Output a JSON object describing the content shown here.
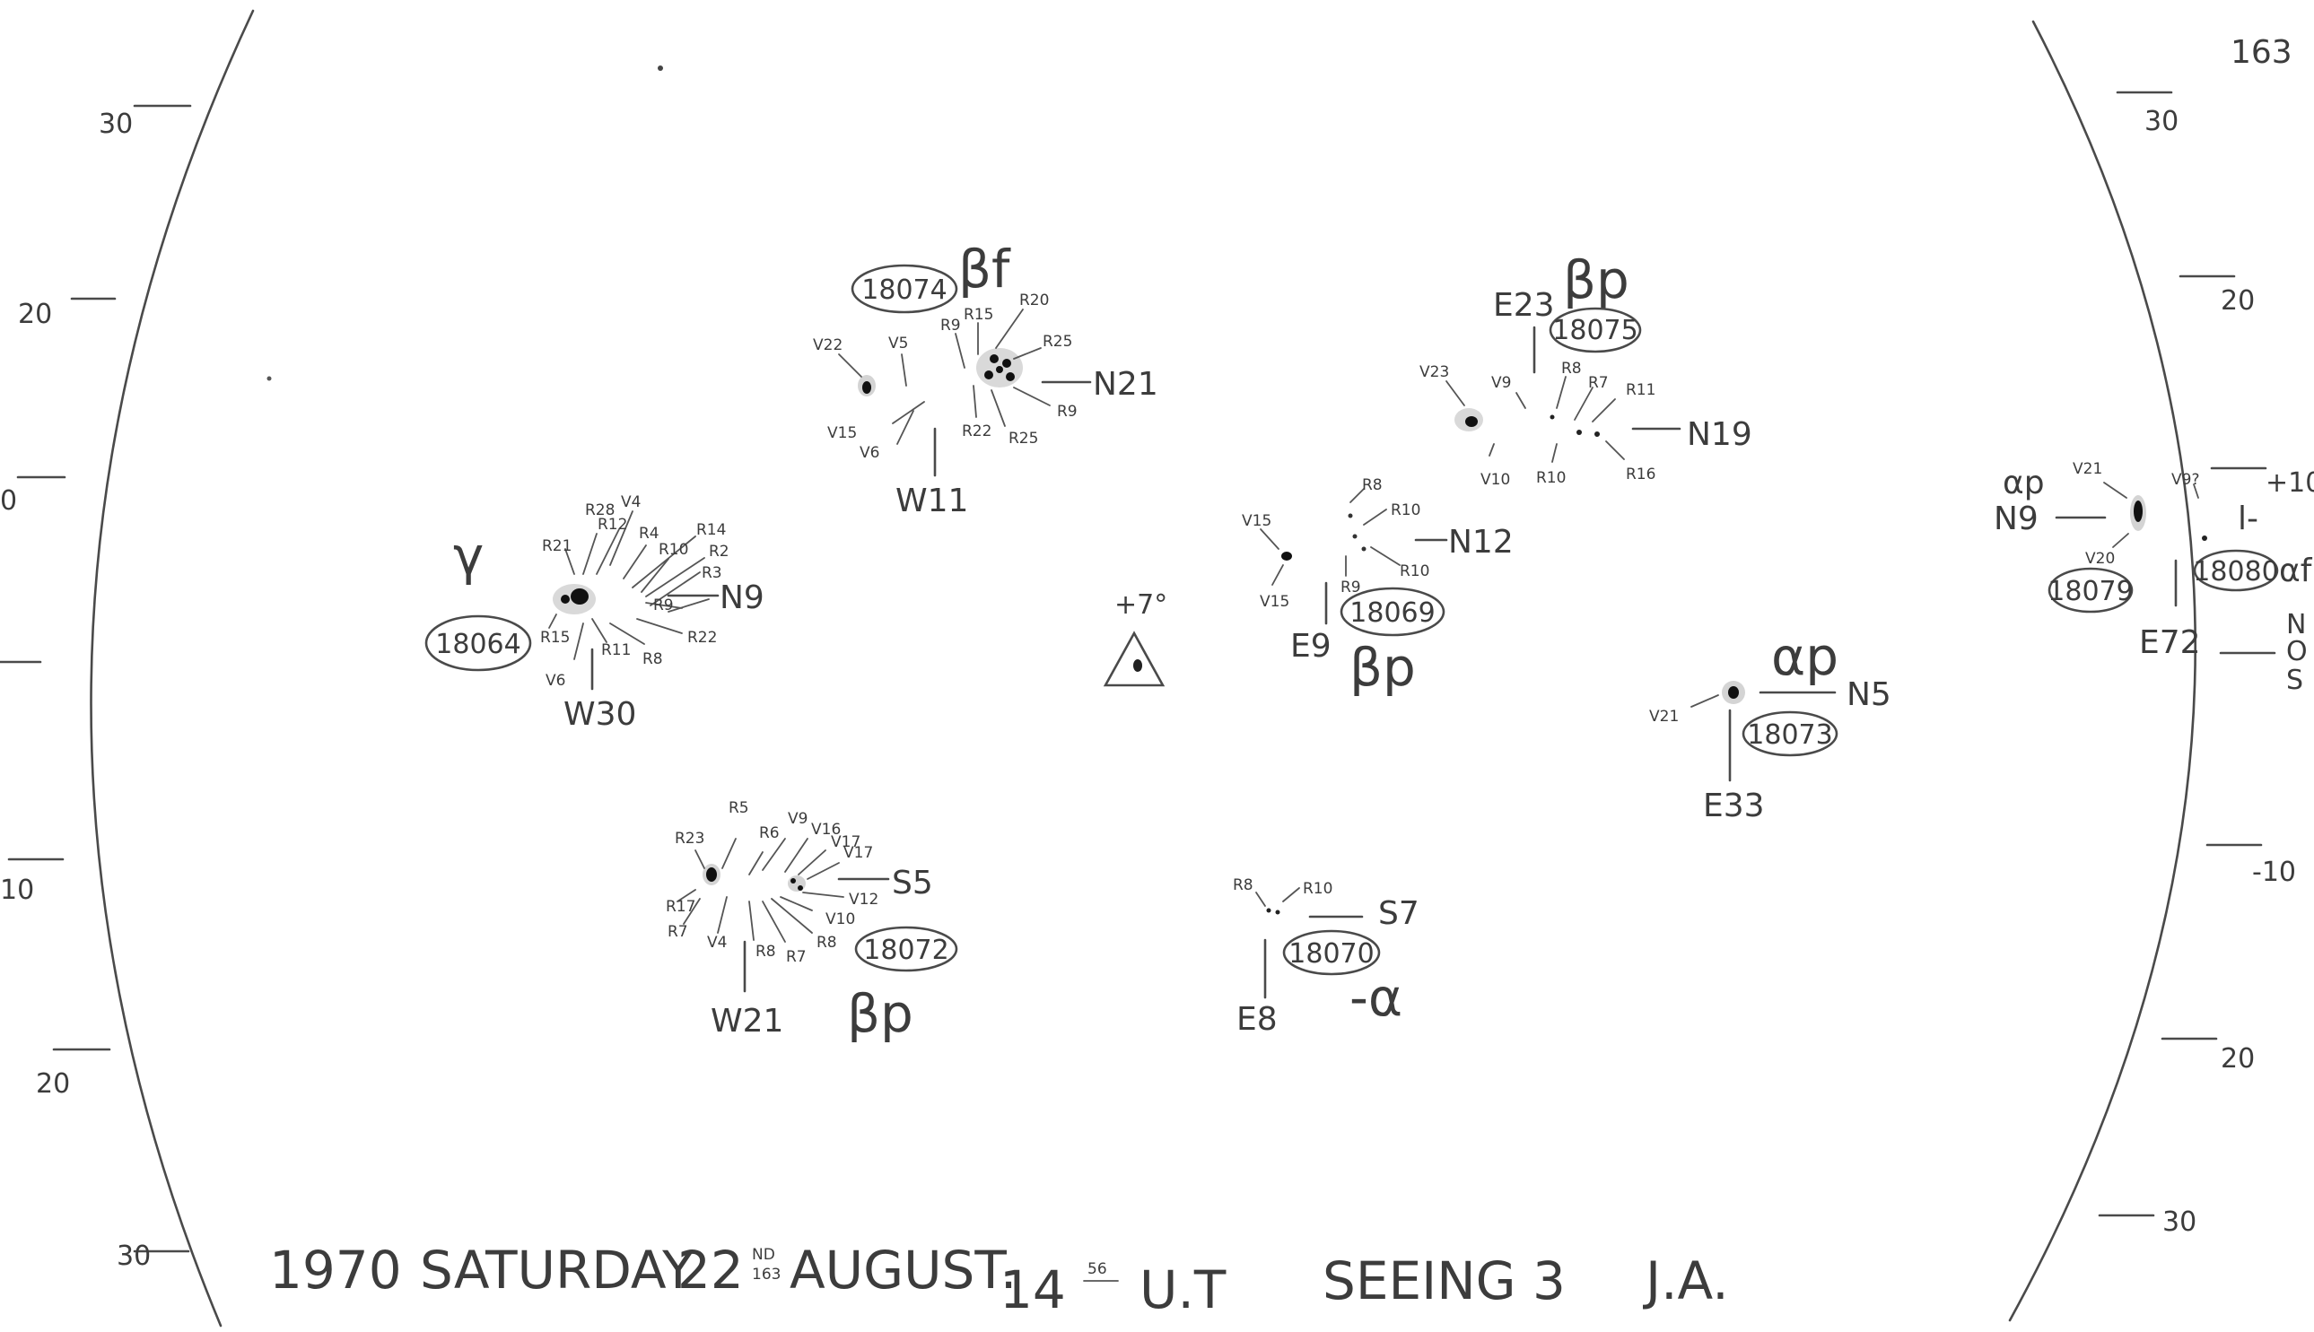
{
  "page_number": "163",
  "footer": {
    "year": "1970",
    "weekday": "SATURDAY",
    "day": "22",
    "ordinal": "ND",
    "rotation": "163",
    "month": "AUGUST.",
    "hour": "14",
    "minute": "56",
    "ut": "U.T",
    "seeing": "SEEING 3",
    "observer": "J.A."
  },
  "scale_left": [
    "30",
    "20",
    "0",
    "10",
    "20",
    "30"
  ],
  "scale_right": [
    "30",
    "20",
    "+10",
    "-10",
    "20",
    "30"
  ],
  "right_edge": [
    "N",
    "O",
    "S"
  ],
  "center_mark": "+7°",
  "groups": [
    {
      "id": "18064",
      "class": "γ",
      "pos1": "N9",
      "pos2": "W30",
      "spots": [
        "R21",
        "R28",
        "R12",
        "V4",
        "R4",
        "R14",
        "R10",
        "R2",
        "R3",
        "R9",
        "R15",
        "R11",
        "R8",
        "R22",
        "V6"
      ]
    },
    {
      "id": "18074",
      "class": "βf",
      "pos1": "N21",
      "pos2": "W11",
      "spots": [
        "V22",
        "V5",
        "R9",
        "R15",
        "R20",
        "R25",
        "V15",
        "V6",
        "R22",
        "R25",
        "R9"
      ]
    },
    {
      "id": "18075",
      "class": "βp",
      "pos1": "N19",
      "pos2": "E23",
      "spots": [
        "V23",
        "V9",
        "R8",
        "R7",
        "R11",
        "V10",
        "R10",
        "R16"
      ]
    },
    {
      "id": "18069",
      "class": "βp",
      "pos1": "N12",
      "pos2": "E9",
      "spots": [
        "V15",
        "R8",
        "R10",
        "R10",
        "R9",
        "V15"
      ]
    },
    {
      "id": "18073",
      "class": "αp",
      "pos1": "N5",
      "pos2": "E33",
      "spots": [
        "V21"
      ]
    },
    {
      "id": "18079",
      "class": "αp",
      "pos1": "N9",
      "pos2": "E72",
      "spots": [
        "V21",
        "V20"
      ]
    },
    {
      "id": "18080",
      "class": "αf",
      "pos1": "",
      "pos2": "",
      "spots": [
        "V9?",
        "l-"
      ]
    },
    {
      "id": "18072",
      "class": "βp",
      "pos1": "S5",
      "pos2": "W21",
      "spots": [
        "R23",
        "R5",
        "R6",
        "V9",
        "V16",
        "V17",
        "V17",
        "R17",
        "V12",
        "R7",
        "V4",
        "V10",
        "R8",
        "R7",
        "R8"
      ]
    },
    {
      "id": "18070",
      "class": "-α",
      "pos1": "S7",
      "pos2": "E8",
      "spots": [
        "R8",
        "R10"
      ]
    }
  ]
}
